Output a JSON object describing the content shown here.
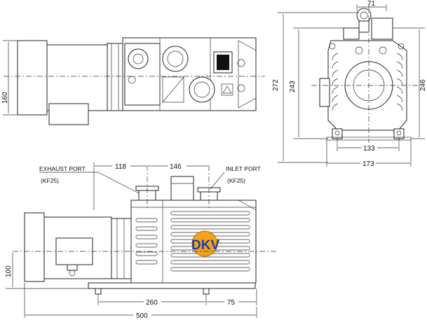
{
  "labels": {
    "exhaust_port": "EXHAUST PORT",
    "exhaust_port_spec": "(KF25)",
    "inlet_port": "INLET PORT",
    "inlet_port_spec": "(KF25)",
    "logo": "DKV"
  },
  "dimensions": {
    "top_height": "160",
    "side_top_width": "71",
    "side_overall_height": "272",
    "side_height_243": "243",
    "side_height_246": "246",
    "side_foot_span": "133",
    "side_base_width": "173",
    "front_exhaust_offset": "118",
    "front_port_span": "146",
    "front_shaft_height": "100",
    "front_foot_span": "260",
    "front_foot_end": "75",
    "front_overall_length": "500"
  },
  "colors": {
    "line": "#222222",
    "logo_fill": "#f2a31b",
    "logo_text": "#1f3fb0"
  }
}
